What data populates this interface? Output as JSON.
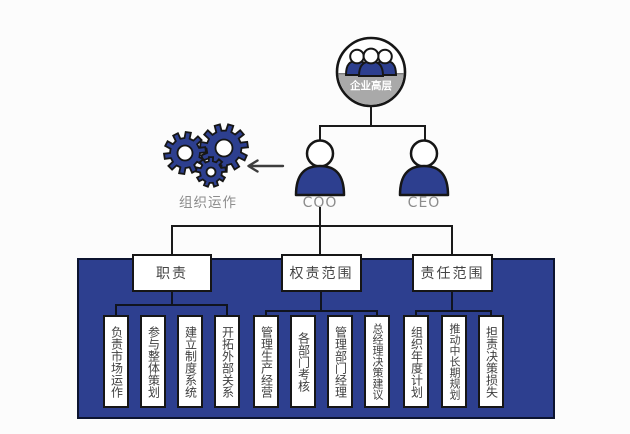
{
  "diagram": {
    "top_circle": {
      "label": "企业高层",
      "icon": "team-icon"
    },
    "executives": [
      {
        "label": "COO"
      },
      {
        "label": "CEO"
      }
    ],
    "operation": {
      "label": "组织运作",
      "icon": "gears-icon",
      "arrow_icon": "arrow-left-icon"
    },
    "groups": [
      {
        "header": "职责",
        "items": [
          "负责市场运作",
          "参与整体策划",
          "建立制度系统",
          "开拓外部关系"
        ]
      },
      {
        "header": "权责范围",
        "items": [
          "管理生产经营",
          "各部门考核",
          "管理部门经理",
          "总经理决策建议"
        ]
      },
      {
        "header": "责任范围",
        "items": [
          "组织年度计划",
          "推动中长期规划",
          "担责决策损失"
        ]
      }
    ],
    "colors": {
      "navy": "#2d3f8f",
      "panel_border": "#0c1430",
      "line": "#1a1a1a",
      "gray_text": "#8c8c8c",
      "band_gray": "#a9a9a9"
    }
  }
}
